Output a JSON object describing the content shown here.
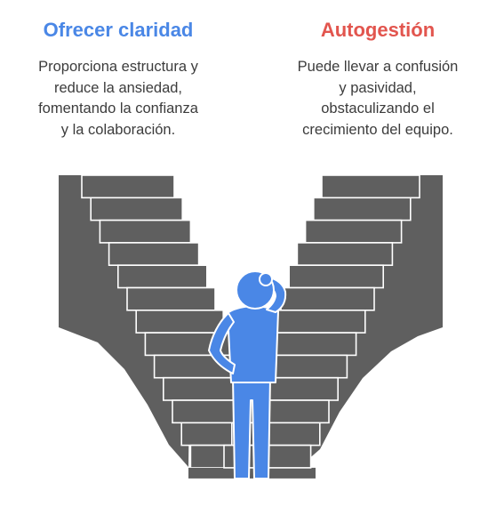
{
  "left": {
    "title": "Ofrecer claridad",
    "lines": [
      "Proporciona estructura y",
      "reduce la ansiedad,",
      "fomentando la confianza",
      "y la colaboración."
    ]
  },
  "right": {
    "title": "Autogestión",
    "lines": [
      "Puede llevar a confusión",
      "y pasividad,",
      "obstaculizando el",
      "crecimiento del equipo."
    ]
  },
  "colors": {
    "left_accent": "#4a87e6",
    "right_accent": "#e2554e",
    "stair_dark": "#5f5f5f",
    "stair_edge": "#ffffff",
    "person": "#4a87e6"
  },
  "icons": {
    "left_staircase": "staircase-icon",
    "right_staircase": "staircase-icon",
    "person": "confused-person-icon"
  }
}
